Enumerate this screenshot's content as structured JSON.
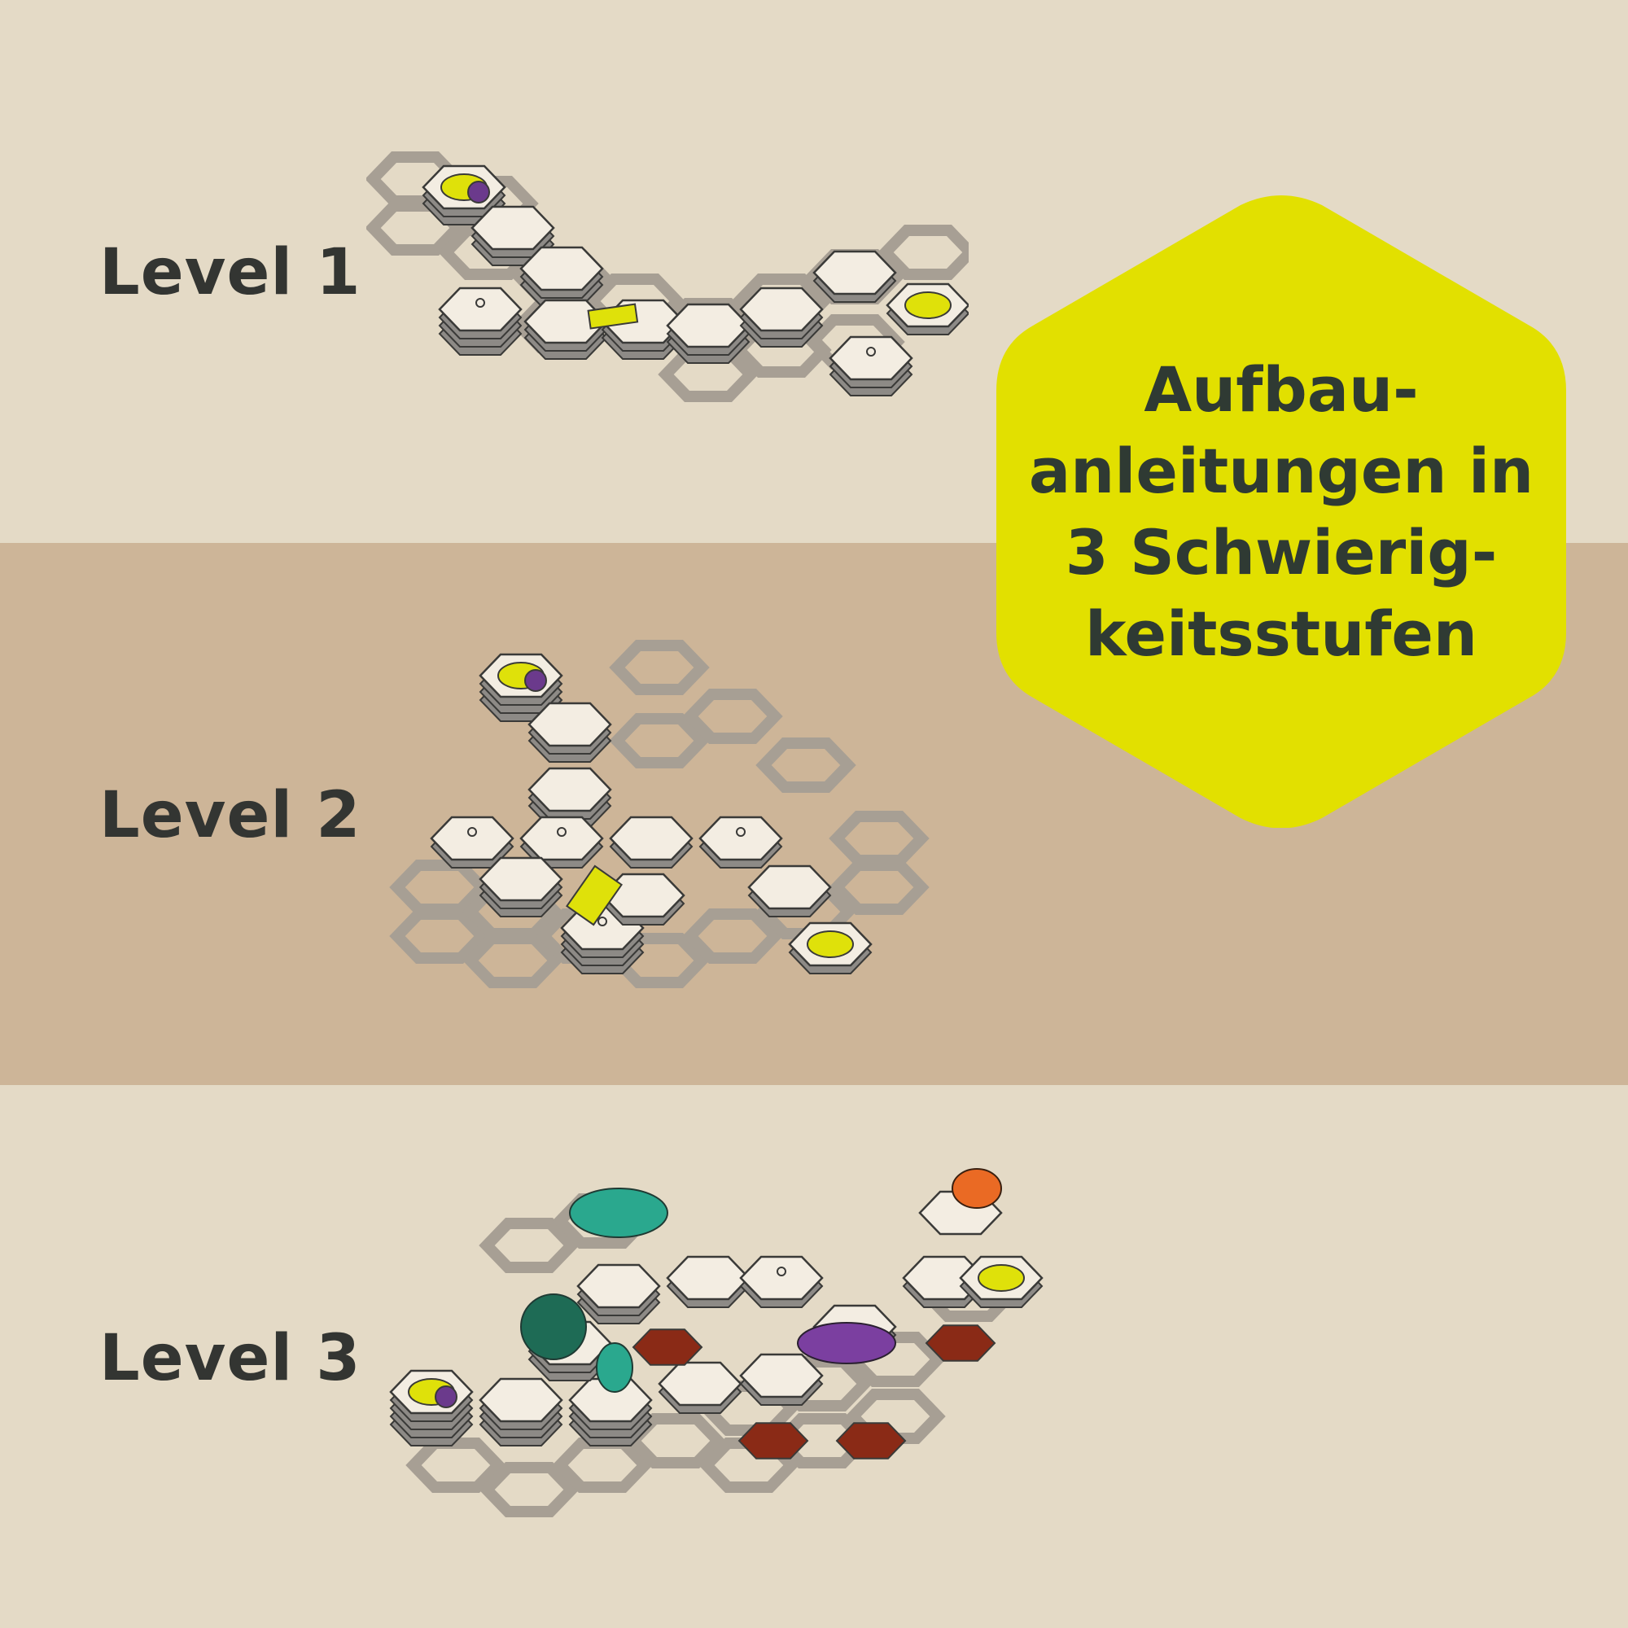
{
  "levels": [
    {
      "label": "Level 1"
    },
    {
      "label": "Level 2"
    },
    {
      "label": "Level 3"
    }
  ],
  "badge": {
    "lines": [
      "Aufbau-",
      "anleitungen in",
      "3 Schwierig-",
      "keitsstufen"
    ],
    "color": "#e2e000",
    "text_color": "#2f3a33"
  },
  "colors": {
    "band_light": "#e4dac6",
    "band_dark": "#cdb598",
    "grid": "#a79f94",
    "tile": "#f3ede2",
    "target": "#dfe10a",
    "ball": "#6b3a8c"
  }
}
